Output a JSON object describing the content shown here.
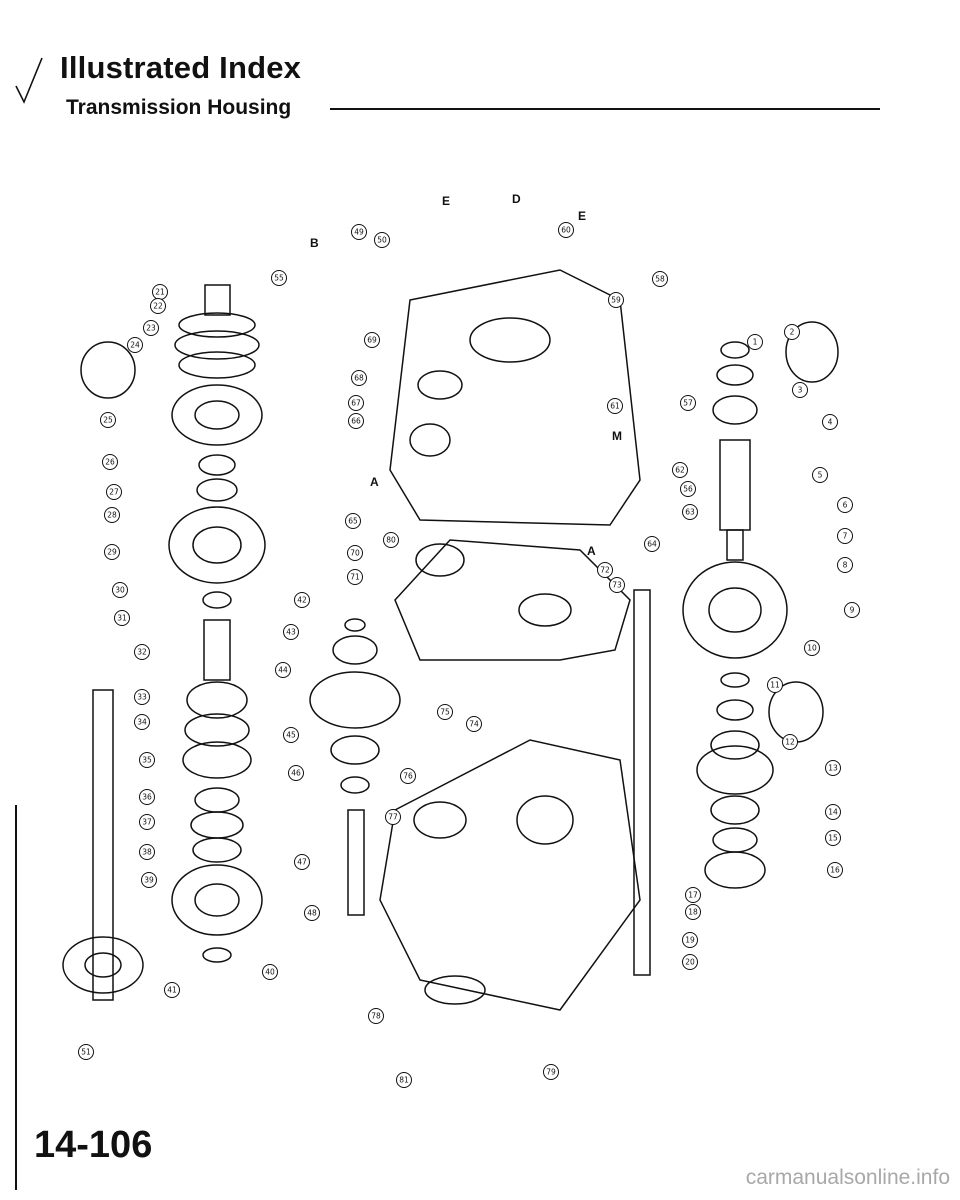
{
  "header": {
    "title": "Illustrated Index",
    "section": "Transmission Housing"
  },
  "footer": {
    "page_number": "14-106",
    "watermark": "carmanualsonline.info"
  },
  "icons": [
    "check-mark-icon"
  ],
  "diagram": {
    "reference_letters": [
      "E",
      "D",
      "E",
      "B",
      "M",
      "A",
      "A"
    ],
    "callouts": [
      "1",
      "2",
      "3",
      "4",
      "5",
      "6",
      "7",
      "8",
      "9",
      "10",
      "11",
      "12",
      "13",
      "14",
      "15",
      "16",
      "17",
      "18",
      "19",
      "20",
      "21",
      "22",
      "23",
      "24",
      "25",
      "26",
      "27",
      "28",
      "29",
      "30",
      "31",
      "32",
      "33",
      "34",
      "35",
      "36",
      "37",
      "38",
      "39",
      "40",
      "41",
      "42",
      "43",
      "44",
      "45",
      "46",
      "47",
      "48",
      "49",
      "50",
      "51",
      "55",
      "56",
      "57",
      "58",
      "59",
      "60",
      "61",
      "62",
      "63",
      "64",
      "65",
      "66",
      "67",
      "68",
      "69",
      "70",
      "71",
      "72",
      "73",
      "74",
      "75",
      "76",
      "77",
      "78",
      "79",
      "80",
      "81"
    ]
  }
}
